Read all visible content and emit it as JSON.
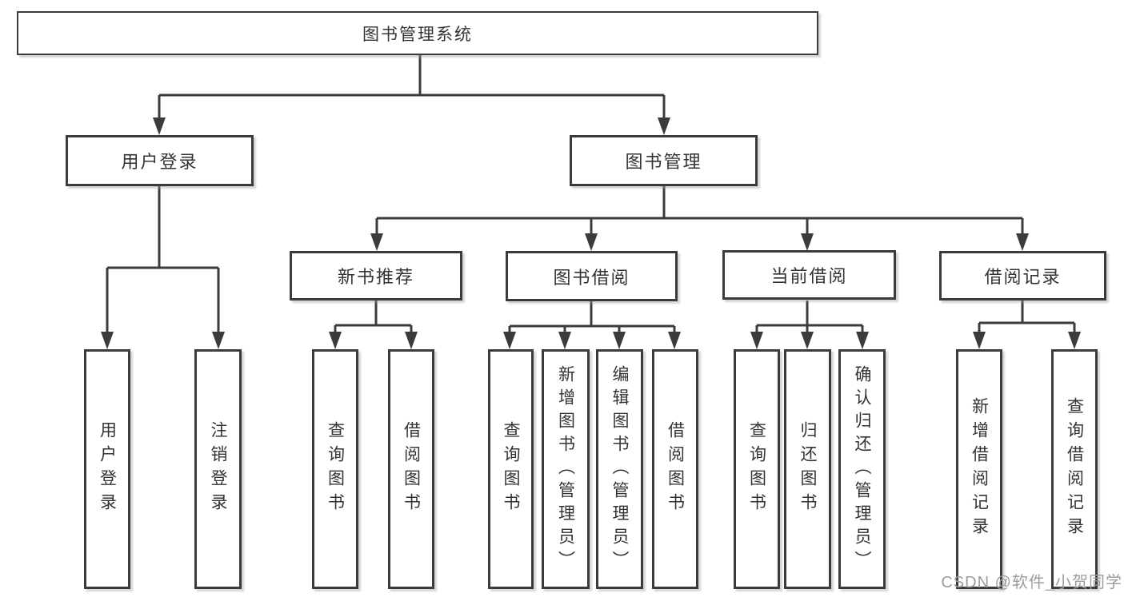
{
  "watermark": "CSDN @软件_小贺同学",
  "colors": {
    "line": "#3b3b3b",
    "box_border": "#3b3b3b",
    "box_fill": "#ffffff",
    "text": "#333333",
    "watermark_text": "#9c9c9c",
    "background": "#ffffff"
  },
  "tree": {
    "root": {
      "label": "图书管理系统"
    },
    "children": [
      {
        "label": "用户登录",
        "children": [
          {
            "label": "用户登录"
          },
          {
            "label": "注销登录"
          }
        ]
      },
      {
        "label": "图书管理",
        "children": [
          {
            "label": "新书推荐",
            "children": [
              {
                "label": "查询图书"
              },
              {
                "label": "借阅图书"
              }
            ]
          },
          {
            "label": "图书借阅",
            "children": [
              {
                "label": "查询图书"
              },
              {
                "label": "新增图书（管理员）"
              },
              {
                "label": "编辑图书（管理员）"
              },
              {
                "label": "借阅图书"
              }
            ]
          },
          {
            "label": "当前借阅",
            "children": [
              {
                "label": "查询图书"
              },
              {
                "label": "归还图书"
              },
              {
                "label": "确认归还（管理员）"
              }
            ]
          },
          {
            "label": "借阅记录",
            "children": [
              {
                "label": "新增借阅记录"
              },
              {
                "label": "查询借阅记录"
              }
            ]
          }
        ]
      }
    ]
  }
}
